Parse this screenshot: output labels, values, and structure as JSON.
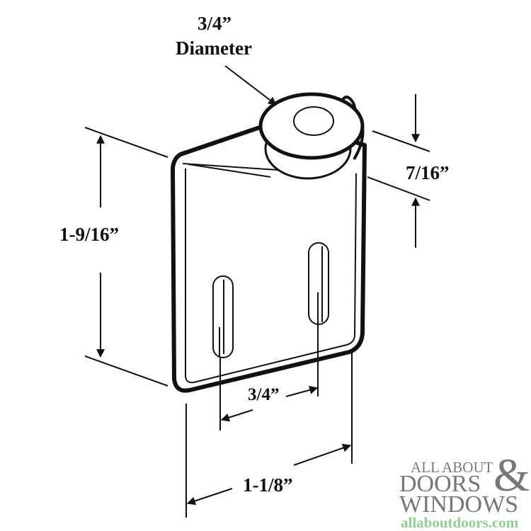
{
  "diagram": {
    "subject": "Bracket with roller",
    "line_color": "#111111",
    "dimensions": {
      "roller_diameter_value": "3/4”",
      "roller_diameter_word": "Diameter",
      "roller_thickness": "7/16”",
      "bracket_height": "1-9/16”",
      "slot_spacing": "3/4”",
      "bracket_width": "1-1/8”"
    }
  },
  "logo": {
    "line1": "ALL ABOUT",
    "line2": "DOORS",
    "ampersand": "&",
    "line3": "WINDOWS",
    "url": "allaboutdoors.com",
    "text_color": "#777777",
    "url_color": "#8fd08f"
  }
}
